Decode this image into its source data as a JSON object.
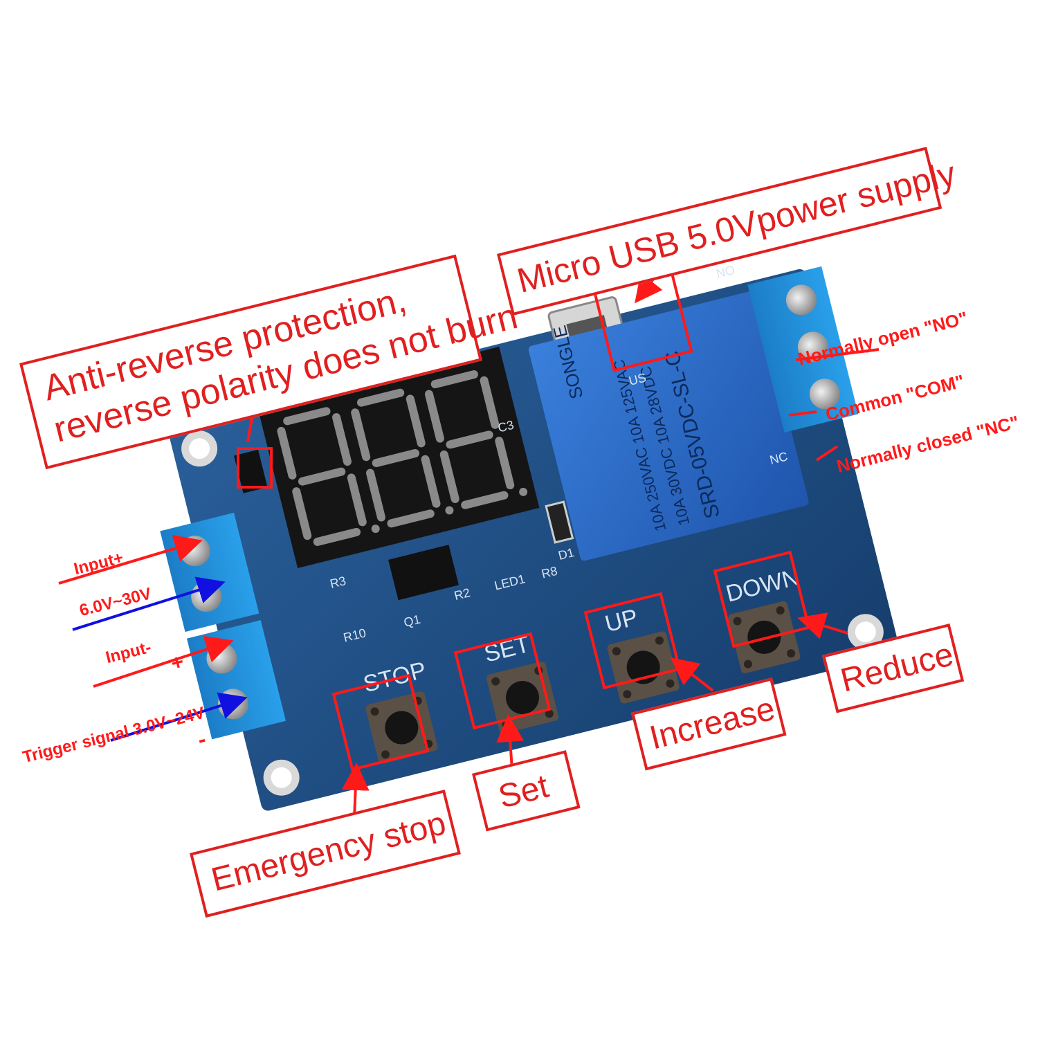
{
  "callouts": {
    "anti_reverse": [
      "Anti-reverse protection,",
      "reverse polarity does not burn"
    ],
    "usb_power": "Micro USB 5.0Vpower supply",
    "emergency_stop": "Emergency stop",
    "set": "Set",
    "increase": "Increase",
    "reduce": "Reduce"
  },
  "relay_terminals": {
    "no": "Normally open \"NO\"",
    "com": "Common \"COM\"",
    "nc": "Normally closed \"NC\""
  },
  "input_labels": {
    "input_plus": "Input+",
    "input_voltage": "6.0V~30V",
    "input_minus": "Input-",
    "trigger_plus": "+",
    "trigger": "Trigger signal  3.0V~24V",
    "trigger_minus": "-"
  },
  "board": {
    "buttons": [
      "STOP",
      "SET",
      "UP",
      "DOWN"
    ],
    "silk": [
      "R3",
      "R10",
      "Q1",
      "R2",
      "LED1",
      "R8",
      "D1",
      "C3",
      "NC",
      "NO",
      "US"
    ],
    "relay_text": [
      "SONGLE",
      "10A 250VAC 10A 125VAC",
      "10A 30VDC 10A 28VDC",
      "SRD-05VDC-SL-C"
    ]
  },
  "colors": {
    "callout_red": "#e02020",
    "label_red": "#ff1a1a",
    "arrow_blue": "#1010e0",
    "pcb_blue": "#1f4f86",
    "terminal_blue": "#1f8fd8",
    "relay_blue": "#2f6fd0"
  }
}
